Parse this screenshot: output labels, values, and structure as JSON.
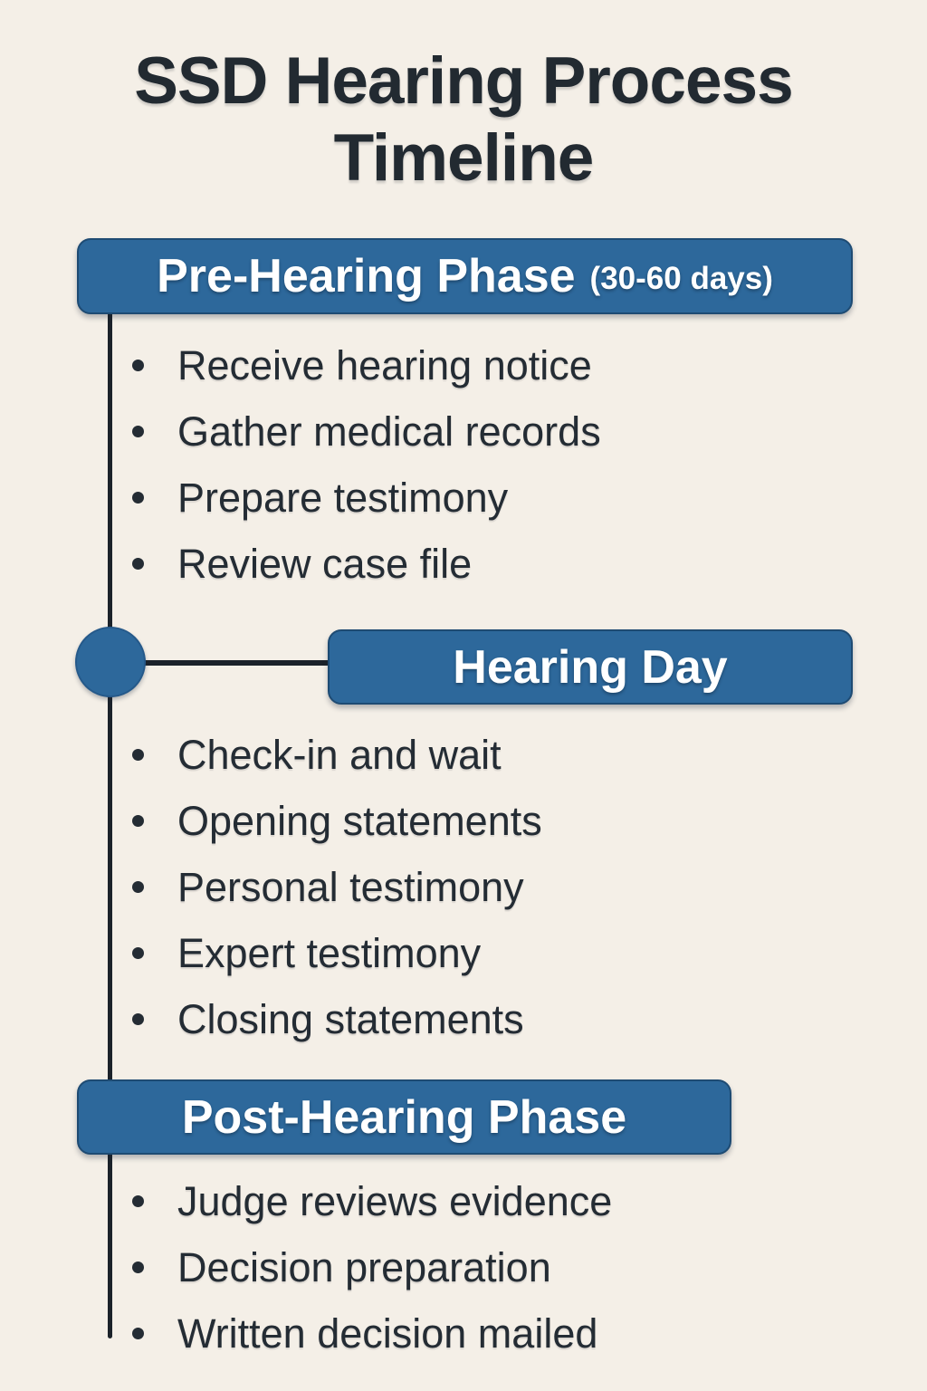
{
  "page": {
    "title": "SSD Hearing Process Timeline",
    "colors": {
      "background": "#f4efe7",
      "accent_blue": "#2d689b",
      "timeline_line": "#1b222a",
      "text_dark": "#242c34",
      "header_text": "#ffffff"
    }
  },
  "timeline": {
    "sections": [
      {
        "id": "pre-hearing-phase",
        "title": "Pre-Hearing Phase",
        "duration": "(30-60 days)",
        "items": [
          "Receive hearing notice",
          "Gather medical records",
          "Prepare testimony",
          "Review case file"
        ]
      },
      {
        "id": "hearing-day",
        "title": "Hearing Day",
        "duration": "",
        "items": [
          "Check-in and wait",
          "Opening statements",
          "Personal testimony",
          "Expert testimony",
          "Closing statements"
        ]
      },
      {
        "id": "post-hearing-phase",
        "title": "Post-Hearing Phase",
        "duration": "",
        "items": [
          "Judge reviews evidence",
          "Decision preparation",
          "Written decision mailed"
        ]
      }
    ]
  }
}
